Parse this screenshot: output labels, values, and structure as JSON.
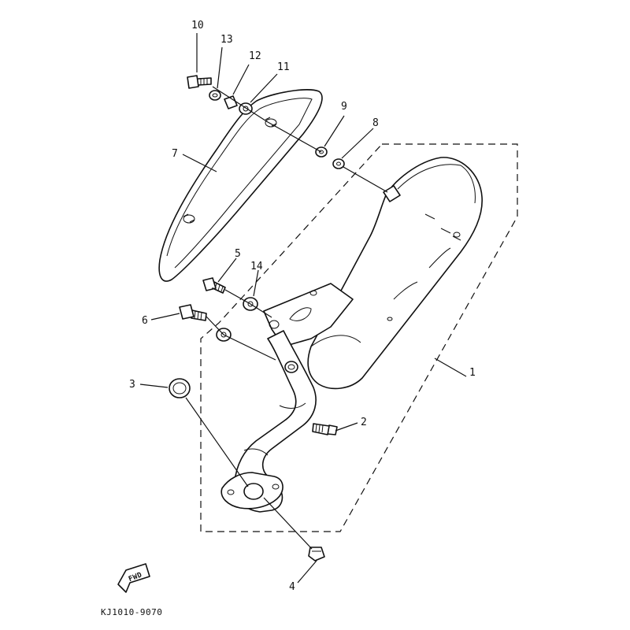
{
  "diagram": {
    "part_labels": [
      {
        "id": "1",
        "text": "1"
      },
      {
        "id": "2",
        "text": "2"
      },
      {
        "id": "3",
        "text": "3"
      },
      {
        "id": "4",
        "text": "4"
      },
      {
        "id": "5",
        "text": "5"
      },
      {
        "id": "6",
        "text": "6"
      },
      {
        "id": "7",
        "text": "7"
      },
      {
        "id": "8",
        "text": "8"
      },
      {
        "id": "9",
        "text": "9"
      },
      {
        "id": "10",
        "text": "10"
      },
      {
        "id": "11",
        "text": "11"
      },
      {
        "id": "12",
        "text": "12"
      },
      {
        "id": "13",
        "text": "13"
      },
      {
        "id": "14",
        "text": "14"
      }
    ],
    "direction_badge": "FWD",
    "drawing_code": "KJ1010-9070"
  }
}
